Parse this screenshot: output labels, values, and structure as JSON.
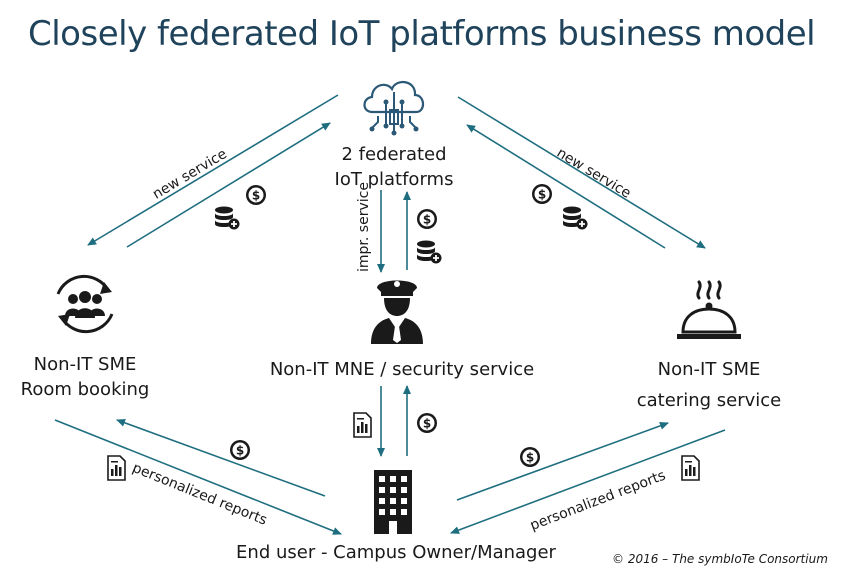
{
  "title": "Closely federated IoT platforms business model",
  "copyright": "© 2016 – The symbIoTe Consortium",
  "nodes": {
    "platforms": {
      "line1": "2 federated",
      "line2": "IoT platforms",
      "icon": "cloud-circuit-icon"
    },
    "room_booking": {
      "line1": "Non-IT SME",
      "line2": "Room booking",
      "icon": "people-cycle-icon"
    },
    "security": {
      "line1": "Non-IT MNE / security service",
      "icon": "security-guard-icon"
    },
    "catering": {
      "line1": "Non-IT SME",
      "line2": "catering service",
      "icon": "cloche-icon"
    },
    "end_user": {
      "line1": "End user - Campus Owner/Manager",
      "icon": "office-building-icon"
    }
  },
  "edge_labels": {
    "new_service_left": "new service",
    "new_service_right": "new service",
    "impr_service": "impr. service",
    "personalized_left": "personalized reports",
    "personalized_right": "personalized reports"
  },
  "colors": {
    "arrow": "#1f6e80",
    "title": "#20435c"
  }
}
